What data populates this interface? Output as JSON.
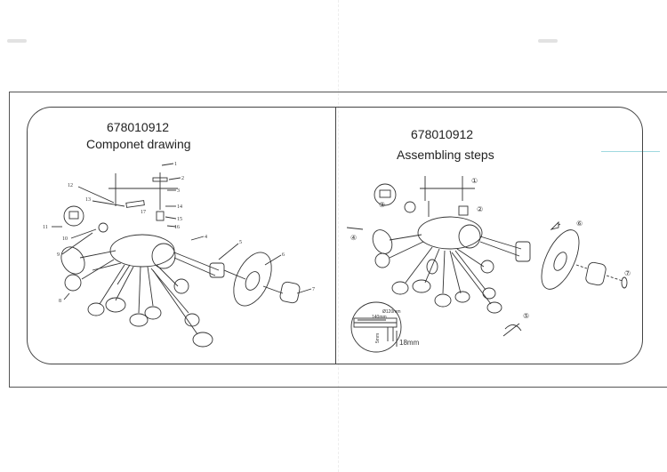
{
  "left_panel": {
    "model_number": "678010912",
    "heading": "Componet drawing",
    "part_numbers": [
      "1",
      "2",
      "3",
      "4",
      "5",
      "6",
      "7",
      "8",
      "9",
      "10",
      "11",
      "12",
      "13",
      "14",
      "15",
      "16",
      "17"
    ]
  },
  "right_panel": {
    "model_number": "678010912",
    "heading": "Assembling steps",
    "step_markers": [
      "①",
      "②",
      "③",
      "④",
      "⑤",
      "⑥",
      "⑦"
    ],
    "detail_labels": {
      "length": "140mm",
      "diameter": "Ø120mm",
      "height": "5mm",
      "gap": "18mm"
    }
  },
  "colors": {
    "line": "#333333",
    "frame": "#444444",
    "accent": "#9fd9df"
  }
}
